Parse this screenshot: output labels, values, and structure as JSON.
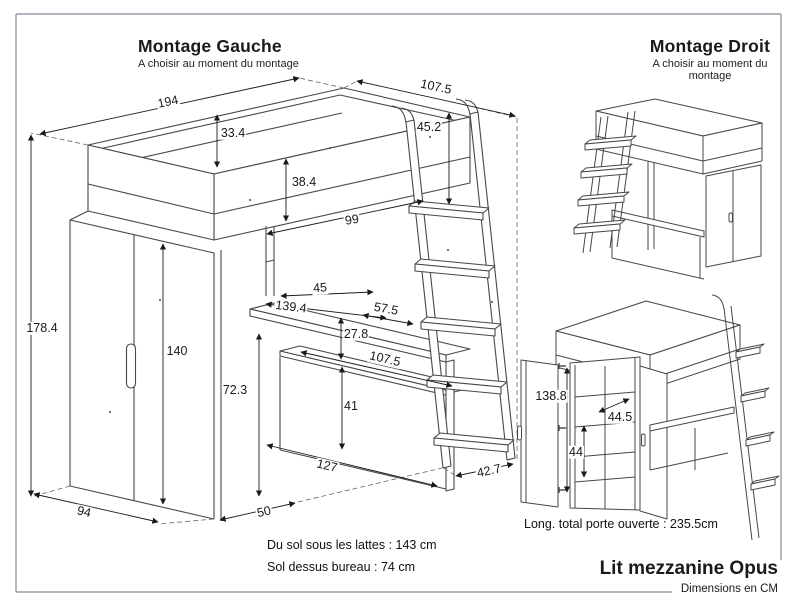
{
  "page": {
    "left_title": "Montage Gauche",
    "left_subtitle": "A choisir au moment du montage",
    "right_title": "Montage Droit",
    "right_subtitle": "A choisir au moment du montage",
    "product_title": "Lit mezzanine Opus",
    "units_note": "Dimensions en CM",
    "notes": {
      "slats": "Du sol sous les lattes : 143 cm",
      "desk": "Sol dessus bureau : 74 cm",
      "door": "Long. total porte ouverte : 235.5cm"
    },
    "colors": {
      "line": "#474747",
      "frame": "#8d8598",
      "text": "#1a1a1a"
    }
  },
  "dims": {
    "d194": "194",
    "d107_5_top": "107.5",
    "d33_4": "33.4",
    "d38_4": "38.4",
    "d45_2": "45.2",
    "d99": "99",
    "d45": "45",
    "d139_4": "139.4",
    "d57_5": "57.5",
    "d27_8": "27.8",
    "d107_5_shelf": "107.5",
    "d41": "41",
    "d140": "140",
    "d72_3": "72.3",
    "d178_4": "178.4",
    "d127": "127",
    "d94": "94",
    "d50": "50",
    "d42_7": "42.7",
    "d138_8": "138.8",
    "d44_5": "44.5",
    "d44": "44"
  }
}
